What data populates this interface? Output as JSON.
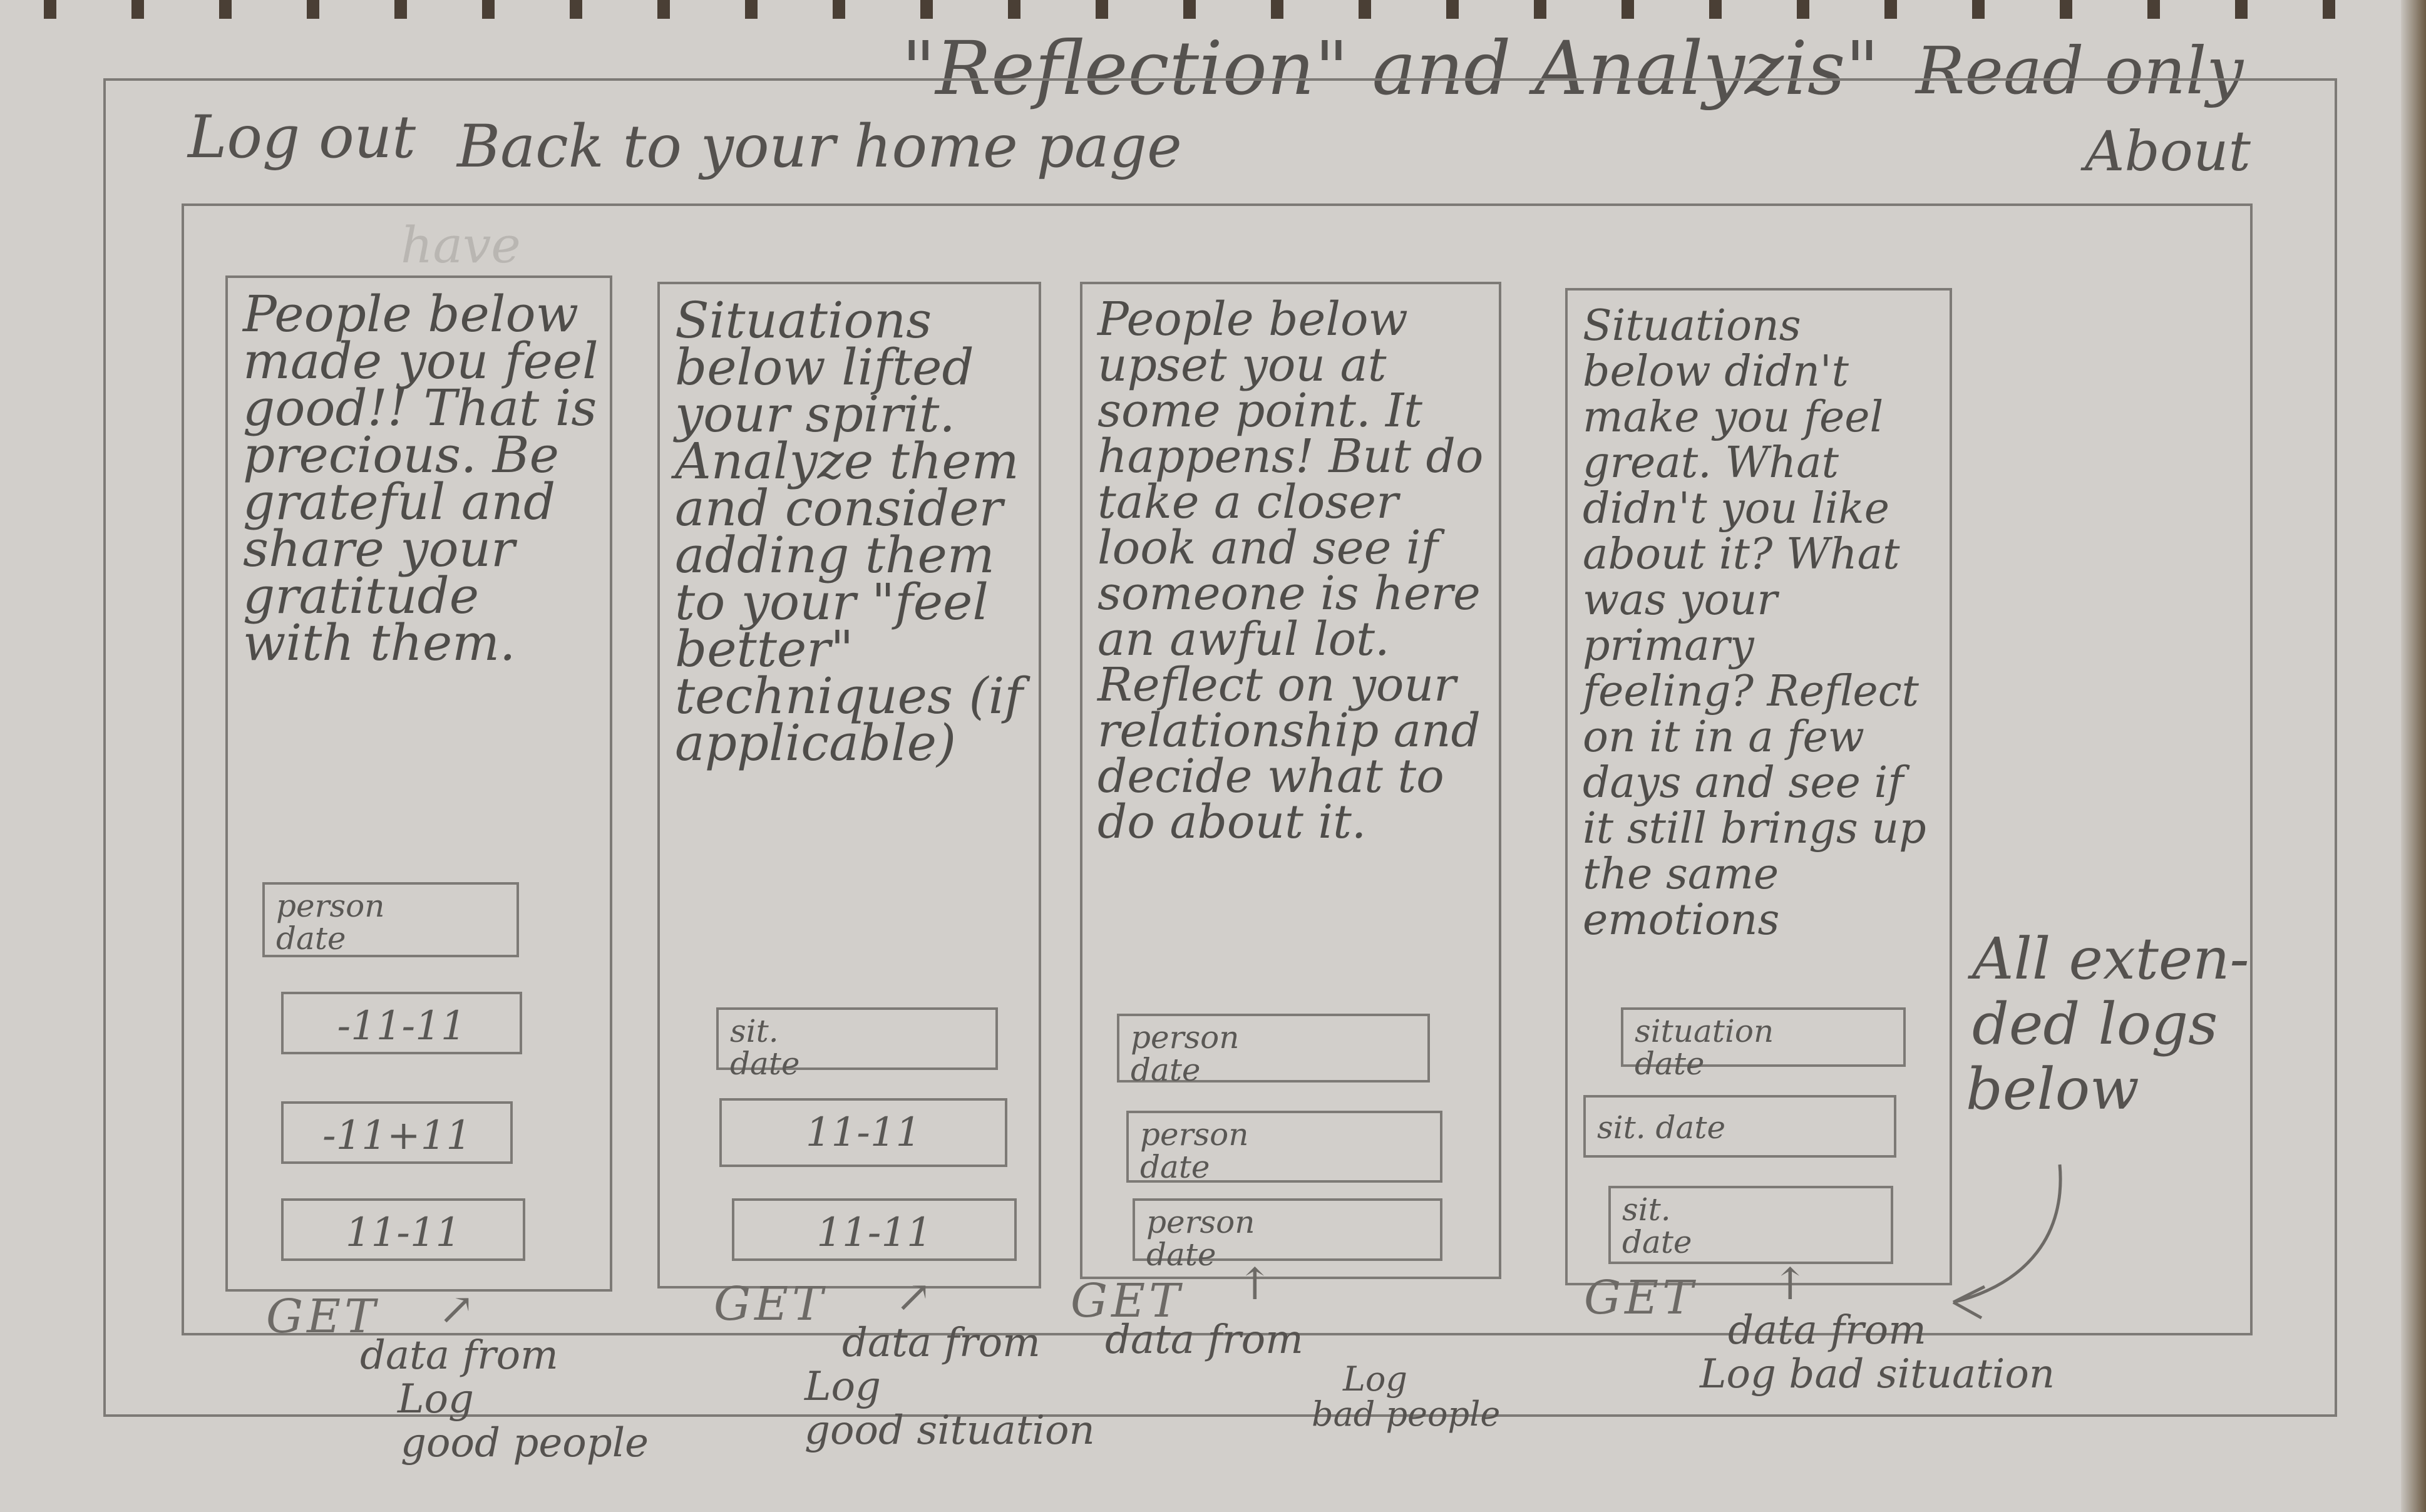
{
  "header": {
    "title": "\"Reflection\" and Analyzis\"",
    "mode": "Read only"
  },
  "nav": {
    "logout": "Log out",
    "back": "Back to your home page",
    "about": "About"
  },
  "faded_note": "have",
  "columns": [
    {
      "text": "People below made you feel good!! That is precious. Be grateful and share your gratitude with them.",
      "entries": [
        {
          "line1": "person",
          "line2": "date"
        },
        {
          "line1": "-11-11",
          "line2": ""
        },
        {
          "line1": "-11+11",
          "line2": ""
        },
        {
          "line1": "11-11",
          "line2": ""
        }
      ],
      "get": "GET",
      "note": [
        "data from",
        "Log",
        "good people"
      ]
    },
    {
      "text": "Situations below lifted your spirit. Analyze them and consider adding them to your \"feel better\" techniques (if applicable)",
      "entries": [
        {
          "line1": "sit.",
          "line2": "date"
        },
        {
          "line1": "11-11",
          "line2": ""
        },
        {
          "line1": "11-11",
          "line2": ""
        }
      ],
      "get": "GET",
      "note": [
        "data from",
        "Log",
        "good situation"
      ]
    },
    {
      "text": "People below upset you at some point. It happens! But do take a closer look and see if someone is here an awful lot. Reflect on your relationship and decide what to do about it.",
      "entries": [
        {
          "line1": "person",
          "line2": "date"
        },
        {
          "line1": "person",
          "line2": "date"
        },
        {
          "line1": "person",
          "line2": "date"
        }
      ],
      "get": "GET",
      "note": [
        "data from",
        "Log",
        "bad people"
      ]
    },
    {
      "text": "Situations below didn't make you feel great. What didn't you like about it? What was your primary feeling? Reflect on it in a few days and see if it still brings up the same emotions",
      "entries": [
        {
          "line1": "situation",
          "line2": "date"
        },
        {
          "line1": "sit. date",
          "line2": ""
        },
        {
          "line1": "sit.",
          "line2": "date"
        }
      ],
      "get": "GET",
      "note": [
        "data from",
        "Log bad situation"
      ]
    }
  ],
  "extended_note": [
    "All exten-",
    "ded logs",
    "below"
  ]
}
